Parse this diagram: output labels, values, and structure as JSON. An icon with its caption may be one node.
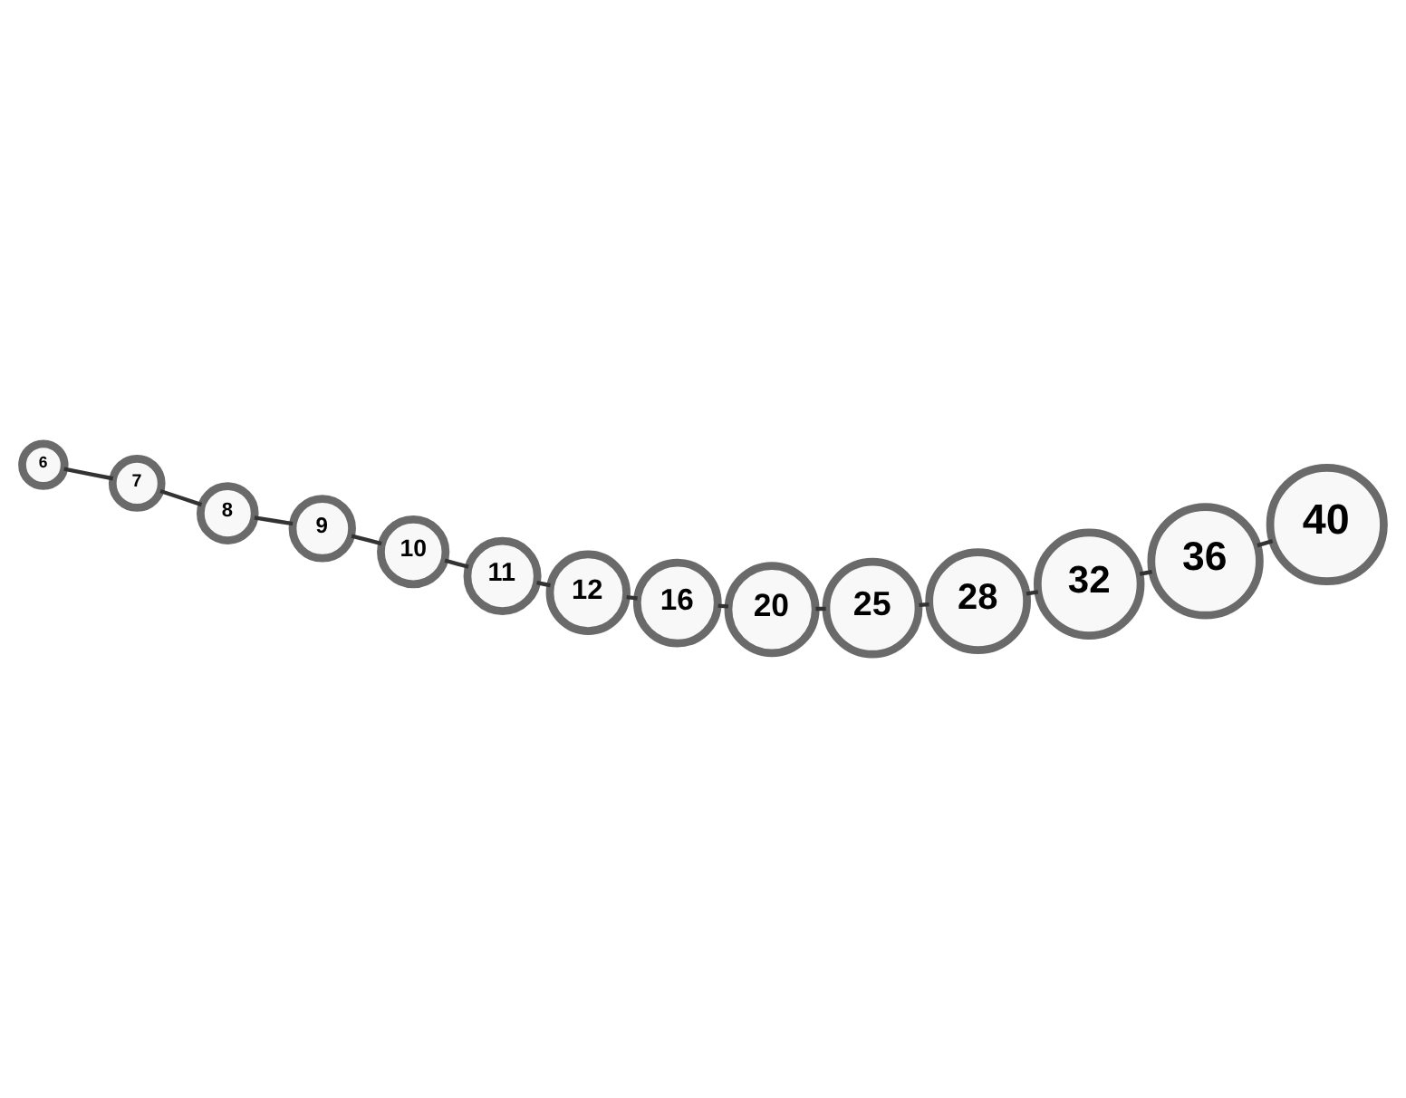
{
  "diagram": {
    "nodes": [
      {
        "text": [
          "6"
        ]
      },
      {
        "text": [
          "7"
        ]
      },
      {
        "text": [
          "8"
        ]
      },
      {
        "text": [
          "9"
        ]
      },
      {
        "text": [
          "10"
        ]
      },
      {
        "text": [
          "11"
        ]
      },
      {
        "text": [
          "12"
        ]
      },
      {
        "text": [
          "16"
        ]
      },
      {
        "text": [
          "20"
        ]
      },
      {
        "text": [
          "25"
        ]
      },
      {
        "text": [
          "28"
        ]
      },
      {
        "text": [
          "32"
        ]
      },
      {
        "text": [
          "36"
        ]
      },
      {
        "text": [
          "40"
        ]
      }
    ],
    "edges": [
      {
        "from": 0,
        "to": 1,
        "arrow": "none"
      },
      {
        "from": 1,
        "to": 2,
        "arrow": "none"
      },
      {
        "from": 2,
        "to": 3,
        "arrow": "none"
      },
      {
        "from": 3,
        "to": 4,
        "arrow": "none"
      },
      {
        "from": 4,
        "to": 5,
        "arrow": "none"
      },
      {
        "from": 5,
        "to": 6,
        "arrow": "none"
      },
      {
        "from": 6,
        "to": 7,
        "arrow": "none"
      },
      {
        "from": 7,
        "to": 8,
        "arrow": "none"
      },
      {
        "from": 8,
        "to": 9,
        "arrow": "none"
      },
      {
        "from": 9,
        "to": 10,
        "arrow": "none"
      },
      {
        "from": 10,
        "to": 11,
        "arrow": "none"
      },
      {
        "from": 11,
        "to": 12,
        "arrow": "none"
      },
      {
        "from": 12,
        "to": 13,
        "arrow": "none"
      }
    ]
  }
}
